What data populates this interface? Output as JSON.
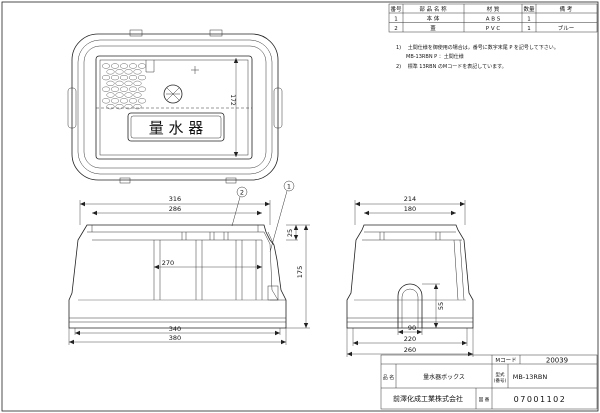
{
  "parts_table": {
    "headers": [
      "番号",
      "部 品 名 称",
      "材 質",
      "数量",
      "備 考"
    ],
    "rows": [
      {
        "no": "1",
        "name": "本 体",
        "material": "A B S",
        "qty": "1",
        "note": ""
      },
      {
        "no": "2",
        "name": "蓋",
        "material": "P V C",
        "qty": "1",
        "note": "ブルー"
      }
    ]
  },
  "notes": [
    "1) 　土間仕様を御使用の場合は，番号に数字末尾 P を記号して下さい。",
    "　　MB-13RBN P ：土間仕様",
    "2) 　標準 13RBN のMコードを表記しています。"
  ],
  "lid_marking": "量 水 器",
  "dimensions": {
    "top_depth": "172",
    "front_top_outer": "316",
    "front_top_inner": "286",
    "front_mid": "270",
    "front_bottom_inner": "340",
    "front_bottom_outer": "380",
    "front_rim_height": "25",
    "front_height": "175",
    "side_top_outer": "214",
    "side_top_inner": "180",
    "side_cutout_height": "55",
    "side_cutout_width": "90",
    "side_bottom_inner": "220",
    "side_bottom_outer": "260"
  },
  "balloons": [
    "2",
    "1"
  ],
  "title_block": {
    "mcode_label": "Mコード",
    "mcode_value": "20039",
    "name_label": "品 名",
    "name_value": "量水器ボックス",
    "model_label_1": "型式",
    "model_label_2": "(番号)",
    "model_value": "MB-13RBN",
    "company": "前澤化成工業株式会社",
    "drawing_label": "図 番",
    "drawing_no": "07001102"
  },
  "colors": {
    "line": "#222222",
    "paper": "#ffffff"
  }
}
